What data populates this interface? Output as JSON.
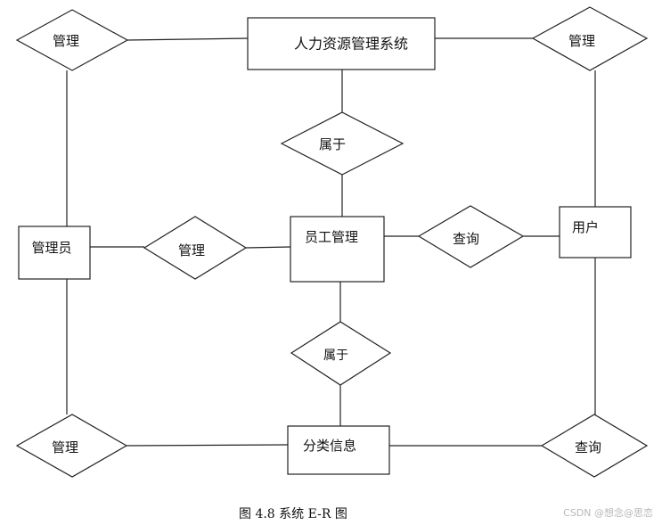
{
  "entities": {
    "system": "人力资源管理系统",
    "admin": "管理员",
    "employee_mgmt": "员工管理",
    "user": "用户",
    "category_info": "分类信息"
  },
  "relations": {
    "top_left": "管理",
    "top_right": "管理",
    "belongs_upper": "属于",
    "middle_left": "管理",
    "middle_right": "查询",
    "belongs_lower": "属于",
    "bottom_left": "管理",
    "bottom_right": "查询"
  },
  "caption": "图 4.8  系统 E-R 图",
  "watermark": "CSDN @想念@思恋"
}
